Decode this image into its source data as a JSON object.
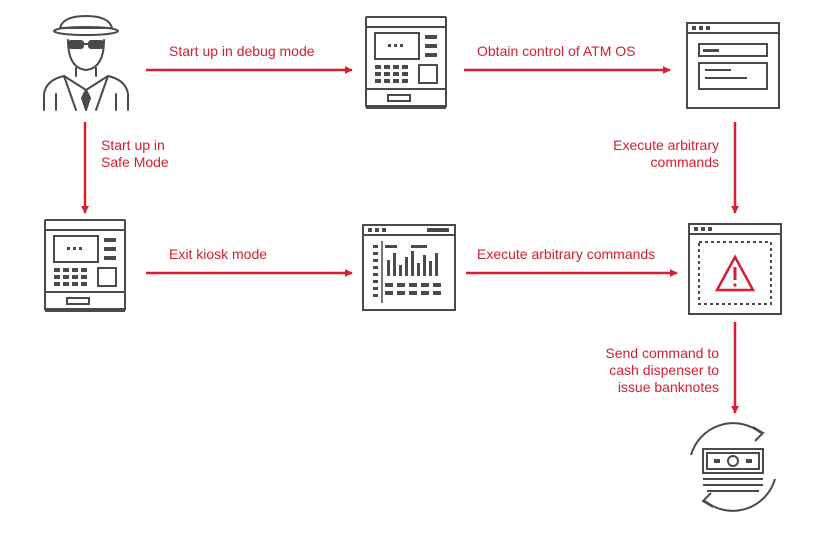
{
  "colors": {
    "arrow": "#d4202f",
    "icon": "#4a4a4a",
    "background": "#ffffff"
  },
  "nodes": [
    {
      "id": "attacker",
      "icon": "spy-icon"
    },
    {
      "id": "atm-top",
      "icon": "atm-icon"
    },
    {
      "id": "os-window",
      "icon": "window-icon"
    },
    {
      "id": "atm-left",
      "icon": "atm-icon"
    },
    {
      "id": "kiosk-screen",
      "icon": "dashboard-window-icon"
    },
    {
      "id": "warning-window",
      "icon": "warning-window-icon"
    },
    {
      "id": "cash",
      "icon": "cash-cycle-icon"
    }
  ],
  "labels": {
    "debug_mode": "Start up in debug mode",
    "control_os": "Obtain control of ATM OS",
    "safe_mode": [
      "Start up in",
      "Safe Mode"
    ],
    "exec_right": [
      "Execute arbitrary",
      "commands"
    ],
    "exit_kiosk": "Exit kiosk mode",
    "exec_bottom": "Execute arbitrary commands",
    "send_cmd": [
      "Send command to",
      "cash dispenser to",
      "issue banknotes"
    ]
  }
}
